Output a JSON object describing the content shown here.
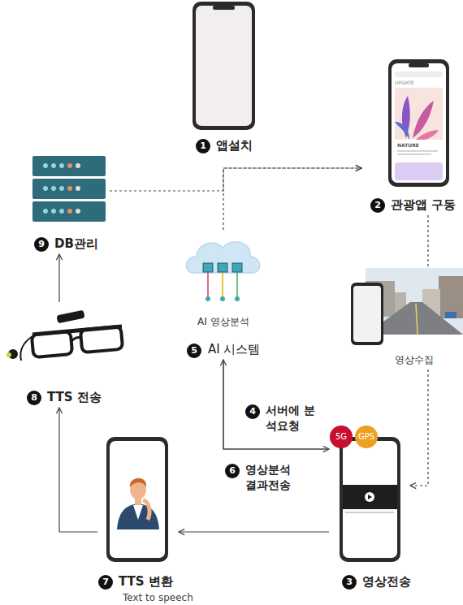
{
  "diagram": {
    "nodes": [
      {
        "text": [
          "1",
          "앱설치"
        ]
      },
      {
        "text": [
          "2",
          "관광앱 구동"
        ]
      },
      {
        "text": [
          "영상수집"
        ]
      },
      {
        "text": [
          "9",
          "DB관리"
        ]
      },
      {
        "text": [
          "AI 영상분석",
          "5",
          "AI 시스템"
        ]
      },
      {
        "text": [
          "8",
          "TTS 전송"
        ]
      },
      {
        "text": [
          "3",
          "영상전송"
        ]
      },
      {
        "text": [
          "7",
          "TTS 변환",
          "Text to speech"
        ]
      }
    ],
    "edges": [
      {
        "from": 3,
        "to": 1,
        "arrow": "to"
      },
      {
        "from": 4,
        "to": 1,
        "arrow": "to"
      },
      {
        "from": 1,
        "to": 2,
        "arrow": "none"
      },
      {
        "from": 2,
        "to": 6,
        "arrow": "to"
      },
      {
        "from": 6,
        "to": 4,
        "arrow": "to",
        "label": "서버에 분석요청"
      },
      {
        "from": 4,
        "to": 6,
        "arrow": "to",
        "label": "영상분석 결과전송"
      },
      {
        "from": 6,
        "to": 7,
        "arrow": "to"
      },
      {
        "from": 7,
        "to": 5,
        "arrow": "to"
      },
      {
        "from": 5,
        "to": 3,
        "arrow": "to"
      }
    ],
    "labels": [
      "UPDATE",
      "NATURE",
      "5G",
      "GPS",
      "4",
      "6"
    ]
  }
}
